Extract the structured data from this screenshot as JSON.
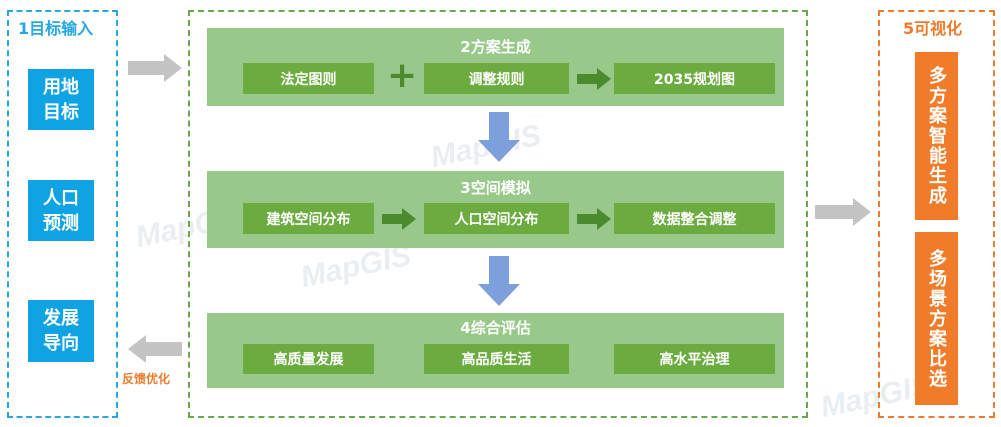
{
  "input": {
    "title": "1目标输入",
    "items": [
      "用地\n目标",
      "人口\n预测",
      "发展\n导向"
    ]
  },
  "feedback": "反馈优化",
  "generate": {
    "title": "2方案生成",
    "items": [
      "法定图则",
      "调整规则",
      "2035规划图"
    ],
    "op": "+"
  },
  "simulate": {
    "title": "3空间模拟",
    "items": [
      "建筑空间分布",
      "人口空间分布",
      "数据整合调整"
    ]
  },
  "evaluate": {
    "title": "4综合评估",
    "items": [
      "高质量发展",
      "高品质生活",
      "高水平治理"
    ]
  },
  "visual": {
    "title": "5可视化",
    "items": [
      "多方案智能生成",
      "多场景方案比选"
    ]
  },
  "watermark": "MapGIS"
}
